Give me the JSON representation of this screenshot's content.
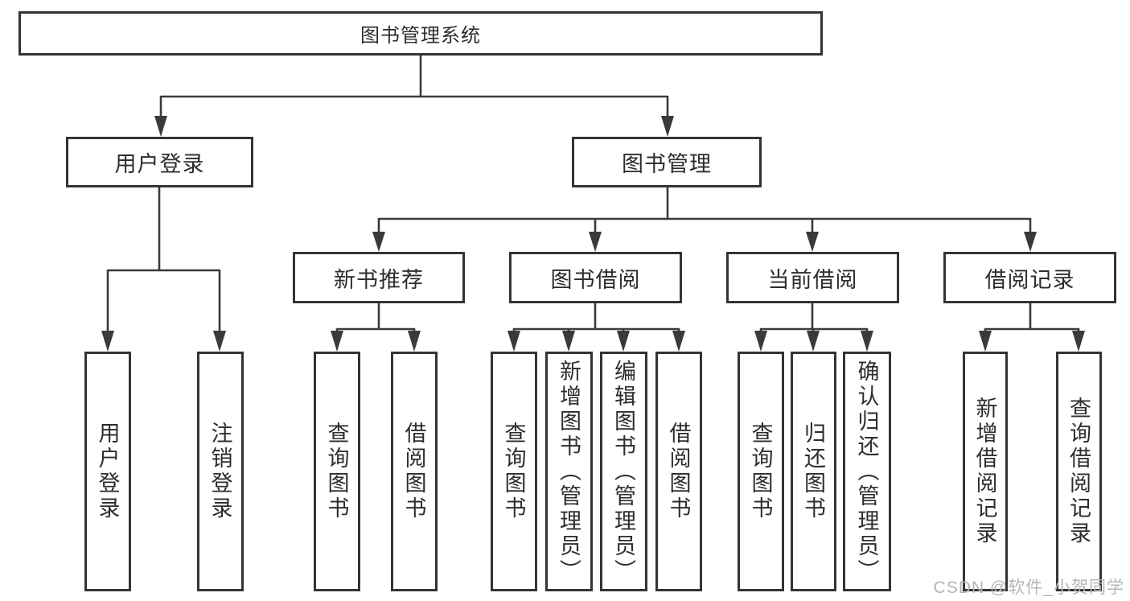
{
  "diagram": {
    "root": "图书管理系统",
    "level2": {
      "user_login": "用户登录",
      "book_management": "图书管理"
    },
    "level3": {
      "new_book_recommend": "新书推荐",
      "book_borrow": "图书借阅",
      "current_borrow": "当前借阅",
      "borrow_records": "借阅记录"
    },
    "leaves": {
      "user_login": [
        "用户登录",
        "注销登录"
      ],
      "new_book_recommend": [
        "查询图书",
        "借阅图书"
      ],
      "book_borrow": [
        "查询图书",
        "新增图书（管理员）",
        "编辑图书（管理员）",
        "借阅图书"
      ],
      "current_borrow": [
        "查询图书",
        "归还图书",
        "确认归还（管理员）"
      ],
      "borrow_records": [
        "新增借阅记录",
        "查询借阅记录"
      ]
    }
  },
  "watermark": "CSDN @软件_小贺同学",
  "colors": {
    "line": "#3a3a3a",
    "border": "#343434",
    "text": "#2d2d2d",
    "watermark": "#b5b5b5",
    "background": "#ffffff"
  }
}
